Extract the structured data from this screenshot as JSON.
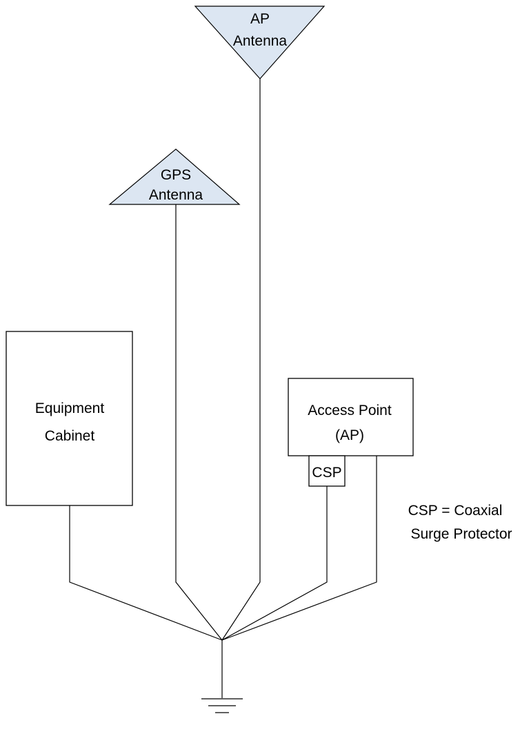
{
  "colors": {
    "antenna_fill": "#dce6f2",
    "box_fill": "#ffffff",
    "line": "#000000",
    "text": "#000000"
  },
  "ap_antenna": {
    "line1": "AP",
    "line2": "Antenna"
  },
  "gps_antenna": {
    "line1": "GPS",
    "line2": "Antenna"
  },
  "equipment_cabinet": {
    "line1": "Equipment",
    "line2": "Cabinet"
  },
  "access_point": {
    "line1": "Access Point",
    "line2": "(AP)"
  },
  "csp_box": {
    "label": "CSP"
  },
  "legend": {
    "line1": "CSP = Coaxial",
    "line2": "Surge Protector"
  },
  "ground_symbol": {
    "icon": "ground-icon"
  }
}
